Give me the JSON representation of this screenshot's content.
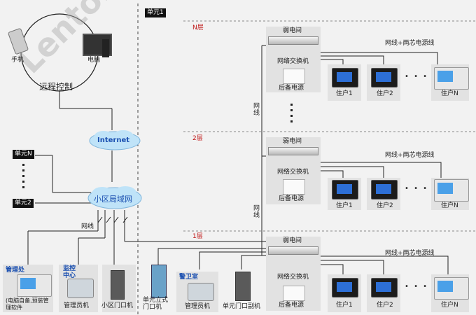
{
  "watermark": "Lenton",
  "remote": {
    "title": "远程控制",
    "phone": "手机",
    "pc": "电脑"
  },
  "internet": "Internet",
  "lan": "小区局域网",
  "units": {
    "n": "单元N",
    "two": "单元2",
    "one": "单元1"
  },
  "wire": "网线",
  "wire_power": "网线+两芯电源线",
  "floors": [
    {
      "label": "N层",
      "room": "弱电间",
      "switch": "网络交换机",
      "psu": "后备电源",
      "h1": "住户1",
      "h2": "住户2",
      "hn": "住户N"
    },
    {
      "label": "2层",
      "room": "弱电间",
      "switch": "网络交换机",
      "psu": "后备电源",
      "h1": "住户1",
      "h2": "住户2",
      "hn": "住户N"
    },
    {
      "label": "1层",
      "room": "弱电间",
      "switch": "网络交换机",
      "psu": "后备电源",
      "h1": "住户1",
      "h2": "住户2",
      "hn": "住户N"
    }
  ],
  "left_rooms": {
    "admin": "管理处",
    "admin_note": "(电脑自备,预装管理软件",
    "monitor_center": "监控中心",
    "mgr_machine": "管理员机",
    "estate_gate": "小区门口机"
  },
  "guard": {
    "room": "警卫室",
    "standing": "单元立式门口机",
    "mgr_machine": "管理员机",
    "sub_gate": "单元门口副机"
  },
  "colors": {
    "accent_blue": "#1a4fb0",
    "floor_red": "#c01818"
  }
}
